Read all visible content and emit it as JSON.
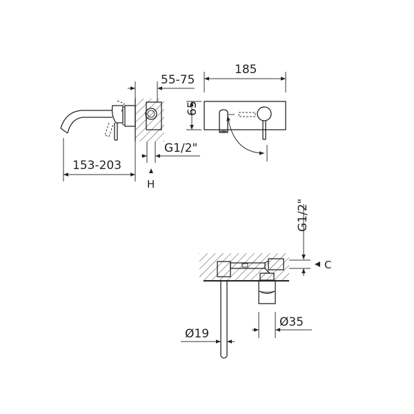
{
  "drawing": {
    "type": "technical-drawing",
    "subject": "wall-mounted basin mixer",
    "views": [
      {
        "name": "side-view",
        "dimensions": {
          "spout_projection": "153-203",
          "wall_depth": "55-75",
          "inlet": "G1/2\"",
          "section_marker": "H"
        }
      },
      {
        "name": "front-view",
        "dimensions": {
          "plate_width": "185",
          "plate_height": "65"
        }
      },
      {
        "name": "top-view",
        "dimensions": {
          "spout_diameter": "Ø19",
          "handle_diameter": "Ø35",
          "inlet": "G1/2\"",
          "section_marker": "C"
        }
      }
    ]
  },
  "labels": {
    "spout_projection": "153-203",
    "wall_depth": "55-75",
    "inlet_side": "G1/2\"",
    "marker_h": "H",
    "plate_width": "185",
    "plate_height": "65",
    "inlet_top": "G1/2\"",
    "marker_c": "C",
    "spout_dia": "Ø19",
    "handle_dia": "Ø35"
  }
}
